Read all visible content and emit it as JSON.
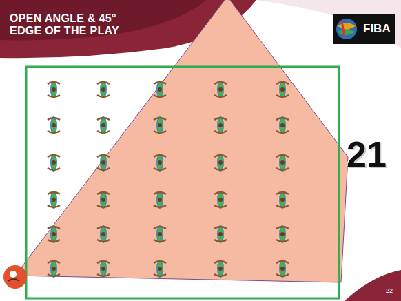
{
  "diagram": {
    "title": "OPEN ANGLE & 45° EDGE OF THE PLAY",
    "labels": [
      "FIBA",
      "21",
      "22"
    ]
  }
}
